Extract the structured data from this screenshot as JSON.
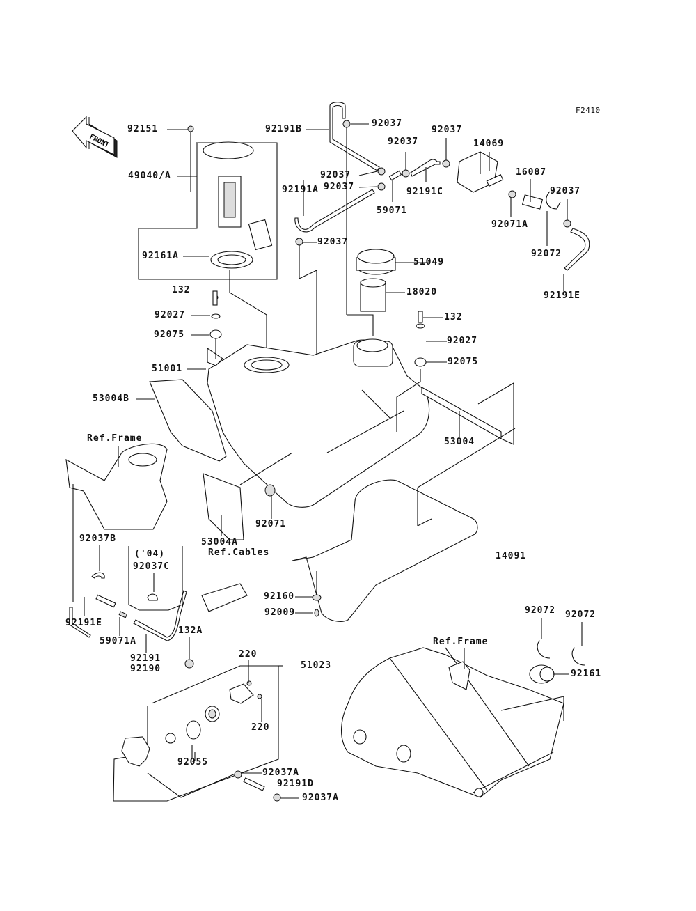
{
  "diagram": {
    "figure_code": "F2410",
    "front_indicator": "FRONT",
    "labels": {
      "p92151": "92151",
      "p49040A": "49040/A",
      "p92161A": "92161A",
      "p92191B": "92191B",
      "p92037_top": "92037",
      "p92037_a": "92037",
      "p92037_b": "92037",
      "p92037_c": "92037",
      "p92037_d": "92037",
      "p92037_e": "92037",
      "p92037_f": "92037",
      "p92191A": "92191A",
      "p59071": "59071",
      "p92191C": "92191C",
      "p14069": "14069",
      "p16087": "16087",
      "p92071A": "92071A",
      "p92072_top": "92072",
      "p92191E_top": "92191E",
      "p51049": "51049",
      "p18020": "18020",
      "p132_left": "132",
      "p92027_left": "92027",
      "p92075_left": "92075",
      "p51001": "51001",
      "p53004B": "53004B",
      "p132_right": "132",
      "p92027_right": "92027",
      "p92075_right": "92075",
      "p53004": "53004",
      "ref_frame_left": "Ref.Frame",
      "p92071": "92071",
      "p53004A": "53004A",
      "ref_cables": "Ref.Cables",
      "p14091": "14091",
      "p92037B": "92037B",
      "year_04": "('04)",
      "p92037C": "92037C",
      "p92160": "92160",
      "p92009": "92009",
      "p92191E_bottom": "92191E",
      "p59071A": "59071A",
      "p92191": "92191",
      "p92190": "92190",
      "p132A": "132A",
      "p220_top": "220",
      "p220_bottom": "220",
      "p51023": "51023",
      "p92055": "92055",
      "p92037A_top": "92037A",
      "p92191D": "92191D",
      "p92037A_bottom": "92037A",
      "p92072_a": "92072",
      "p92072_b": "92072",
      "ref_frame_right": "Ref.Frame",
      "p92161": "92161"
    }
  }
}
